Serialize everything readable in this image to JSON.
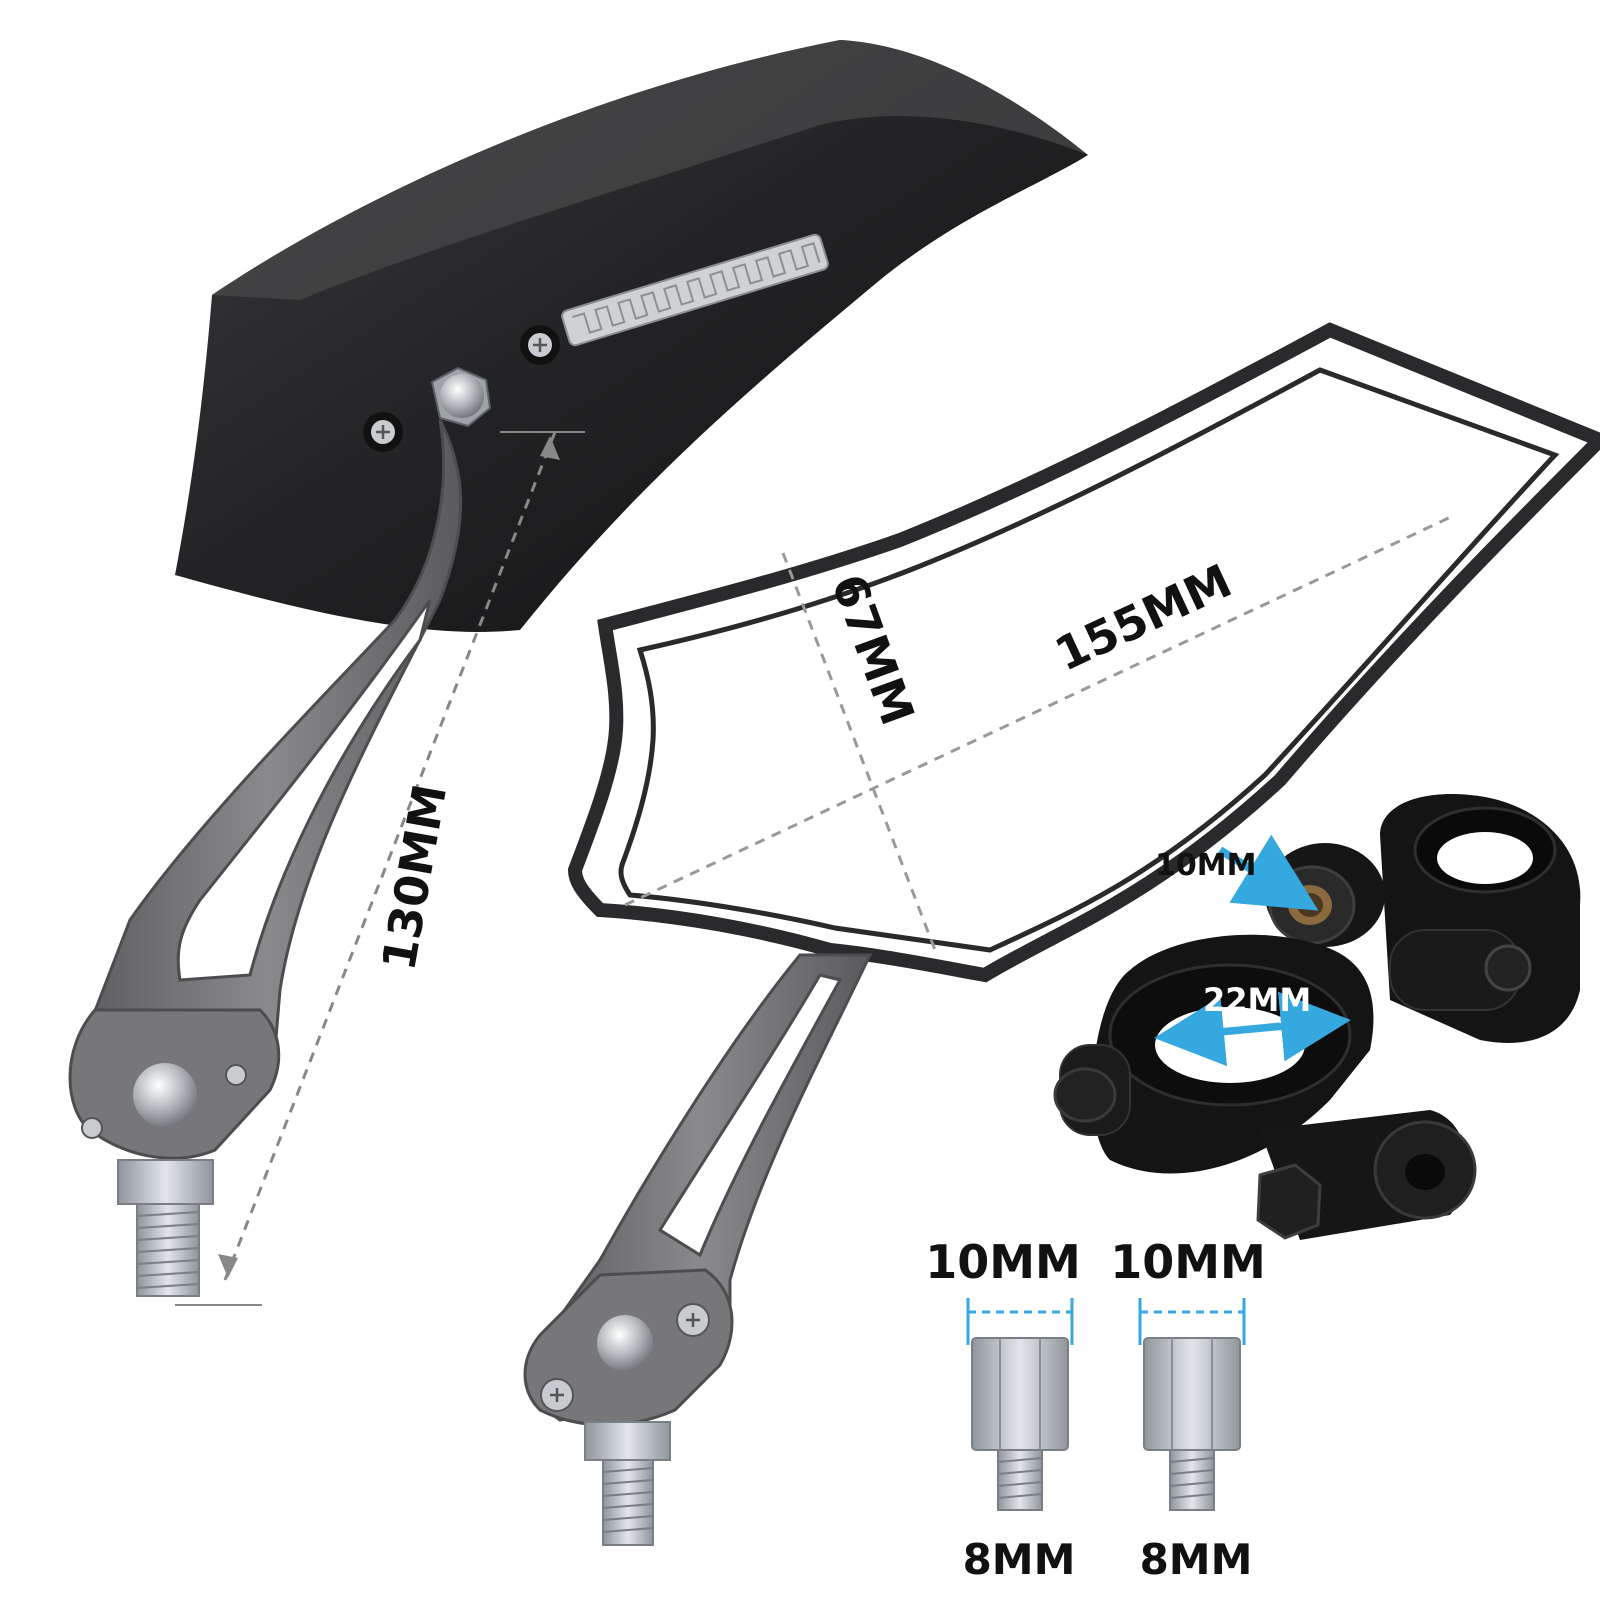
{
  "dimensions": {
    "arm_length": "130MM",
    "mirror_height": "67MM",
    "mirror_width": "155MM",
    "clamp_thread": "10MM",
    "clamp_bore": "22MM"
  },
  "adapters": [
    {
      "top": "10MM",
      "bottom": "8MM"
    },
    {
      "top": "10MM",
      "bottom": "8MM"
    }
  ],
  "colors": {
    "mirror_body": "#1c1c1e",
    "arm_metal": "#6b6b6e",
    "annotation_arrow": "#35a8e0",
    "dashed_line": "#888888",
    "zinc_bolt": "#b9bec4"
  }
}
